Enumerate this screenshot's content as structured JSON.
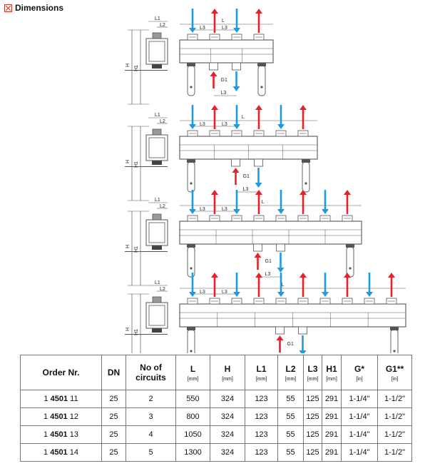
{
  "header": {
    "title": "Dimensions",
    "icon": "checkbox-icon"
  },
  "diagram_labels": {
    "L": "L",
    "L1": "L1",
    "L2": "L2",
    "L3": "L3",
    "H": "H",
    "H1": "H1",
    "G1": "G1"
  },
  "colors": {
    "supply": "#e8202a",
    "return": "#1e9be0",
    "line": "#555555"
  },
  "table": {
    "columns": [
      {
        "label": "Order Nr.",
        "unit": ""
      },
      {
        "label": "DN",
        "unit": ""
      },
      {
        "label": "No of circuits",
        "unit": ""
      },
      {
        "label": "L",
        "unit": "[mm]"
      },
      {
        "label": "H",
        "unit": "[mm]"
      },
      {
        "label": "L1",
        "unit": "[mm]"
      },
      {
        "label": "L2",
        "unit": "[mm]"
      },
      {
        "label": "L3",
        "unit": "[mm]"
      },
      {
        "label": "H1",
        "unit": "[mm]"
      },
      {
        "label": "G*",
        "unit": "[in]"
      },
      {
        "label": "G1**",
        "unit": "[in]"
      }
    ],
    "rows": [
      {
        "order_prefix": "1 ",
        "order_bold": "4501",
        "order_suffix": " 11",
        "cells": [
          "25",
          "2",
          "550",
          "324",
          "123",
          "55",
          "125",
          "291",
          "1-1/4\"",
          "1-1/2\""
        ]
      },
      {
        "order_prefix": "1 ",
        "order_bold": "4501",
        "order_suffix": " 12",
        "cells": [
          "25",
          "3",
          "800",
          "324",
          "123",
          "55",
          "125",
          "291",
          "1-1/4\"",
          "1-1/2\""
        ]
      },
      {
        "order_prefix": "1 ",
        "order_bold": "4501",
        "order_suffix": " 13",
        "cells": [
          "25",
          "4",
          "1050",
          "324",
          "123",
          "55",
          "125",
          "291",
          "1-1/4\"",
          "1-1/2\""
        ]
      },
      {
        "order_prefix": "1 ",
        "order_bold": "4501",
        "order_suffix": " 14",
        "cells": [
          "25",
          "5",
          "1300",
          "324",
          "123",
          "55",
          "125",
          "291",
          "1-1/4\"",
          "1-1/2\""
        ]
      }
    ]
  },
  "drawings": [
    {
      "circuits": 2,
      "arrows": [
        "return",
        "supply",
        "return",
        "supply"
      ]
    },
    {
      "circuits": 3,
      "arrows": [
        "return",
        "supply",
        "return",
        "supply",
        "return",
        "supply"
      ]
    },
    {
      "circuits": 4,
      "arrows": [
        "return",
        "supply",
        "return",
        "supply",
        "return",
        "supply",
        "return",
        "supply"
      ]
    },
    {
      "circuits": 5,
      "arrows": [
        "return",
        "supply",
        "return",
        "supply",
        "return",
        "supply",
        "return",
        "supply",
        "return",
        "supply"
      ]
    }
  ]
}
